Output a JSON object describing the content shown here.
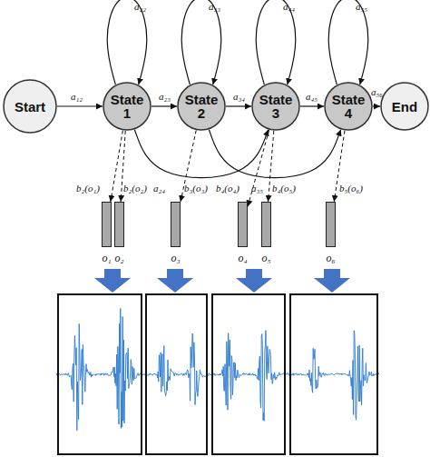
{
  "diagram": {
    "nodes": [
      {
        "text": [
          "Start"
        ]
      },
      {
        "text": [
          "State 1"
        ]
      },
      {
        "text": [
          "State 2"
        ]
      },
      {
        "text": [
          "State 3"
        ]
      },
      {
        "text": [
          "State 4"
        ]
      },
      {
        "text": [
          "End"
        ]
      },
      {
        "text": [
          "o₁"
        ]
      },
      {
        "text": [
          "o₂"
        ]
      },
      {
        "text": [
          "o₃"
        ]
      },
      {
        "text": [
          "o₄"
        ]
      },
      {
        "text": [
          "o₅"
        ]
      },
      {
        "text": [
          "o₆"
        ]
      }
    ],
    "edges": [
      {
        "from": 0,
        "to": 1,
        "arrow": "to",
        "label": "a₁₂"
      },
      {
        "from": 1,
        "to": 1,
        "arrow": "to",
        "label": "a₂₂"
      },
      {
        "from": 1,
        "to": 2,
        "arrow": "to",
        "label": "a₂₃"
      },
      {
        "from": 2,
        "to": 2,
        "arrow": "to",
        "label": "a₃₃"
      },
      {
        "from": 2,
        "to": 3,
        "arrow": "to",
        "label": "a₃₄"
      },
      {
        "from": 3,
        "to": 3,
        "arrow": "to",
        "label": "a₄₄"
      },
      {
        "from": 3,
        "to": 4,
        "arrow": "to",
        "label": "a₄₅"
      },
      {
        "from": 4,
        "to": 4,
        "arrow": "to",
        "label": "a₅₅"
      },
      {
        "from": 4,
        "to": 5,
        "arrow": "to",
        "label": "a₅₆"
      },
      {
        "from": 1,
        "to": 3,
        "arrow": "to",
        "label": "a₂₄"
      },
      {
        "from": 2,
        "to": 4,
        "arrow": "to",
        "label": "a₃₅"
      },
      {
        "from": 1,
        "to": 6,
        "arrow": "to",
        "label": "b₂(o₁)"
      },
      {
        "from": 1,
        "to": 7,
        "arrow": "to",
        "label": "b₂(o₂)"
      },
      {
        "from": 2,
        "to": 8,
        "arrow": "to",
        "label": "b₃(o₃)"
      },
      {
        "from": 3,
        "to": 9,
        "arrow": "to",
        "label": "b₄(o₄)"
      },
      {
        "from": 3,
        "to": 10,
        "arrow": "to",
        "label": "b₄(o₅)"
      },
      {
        "from": 4,
        "to": 11,
        "arrow": "to",
        "label": "b₅(o₆)"
      }
    ]
  }
}
